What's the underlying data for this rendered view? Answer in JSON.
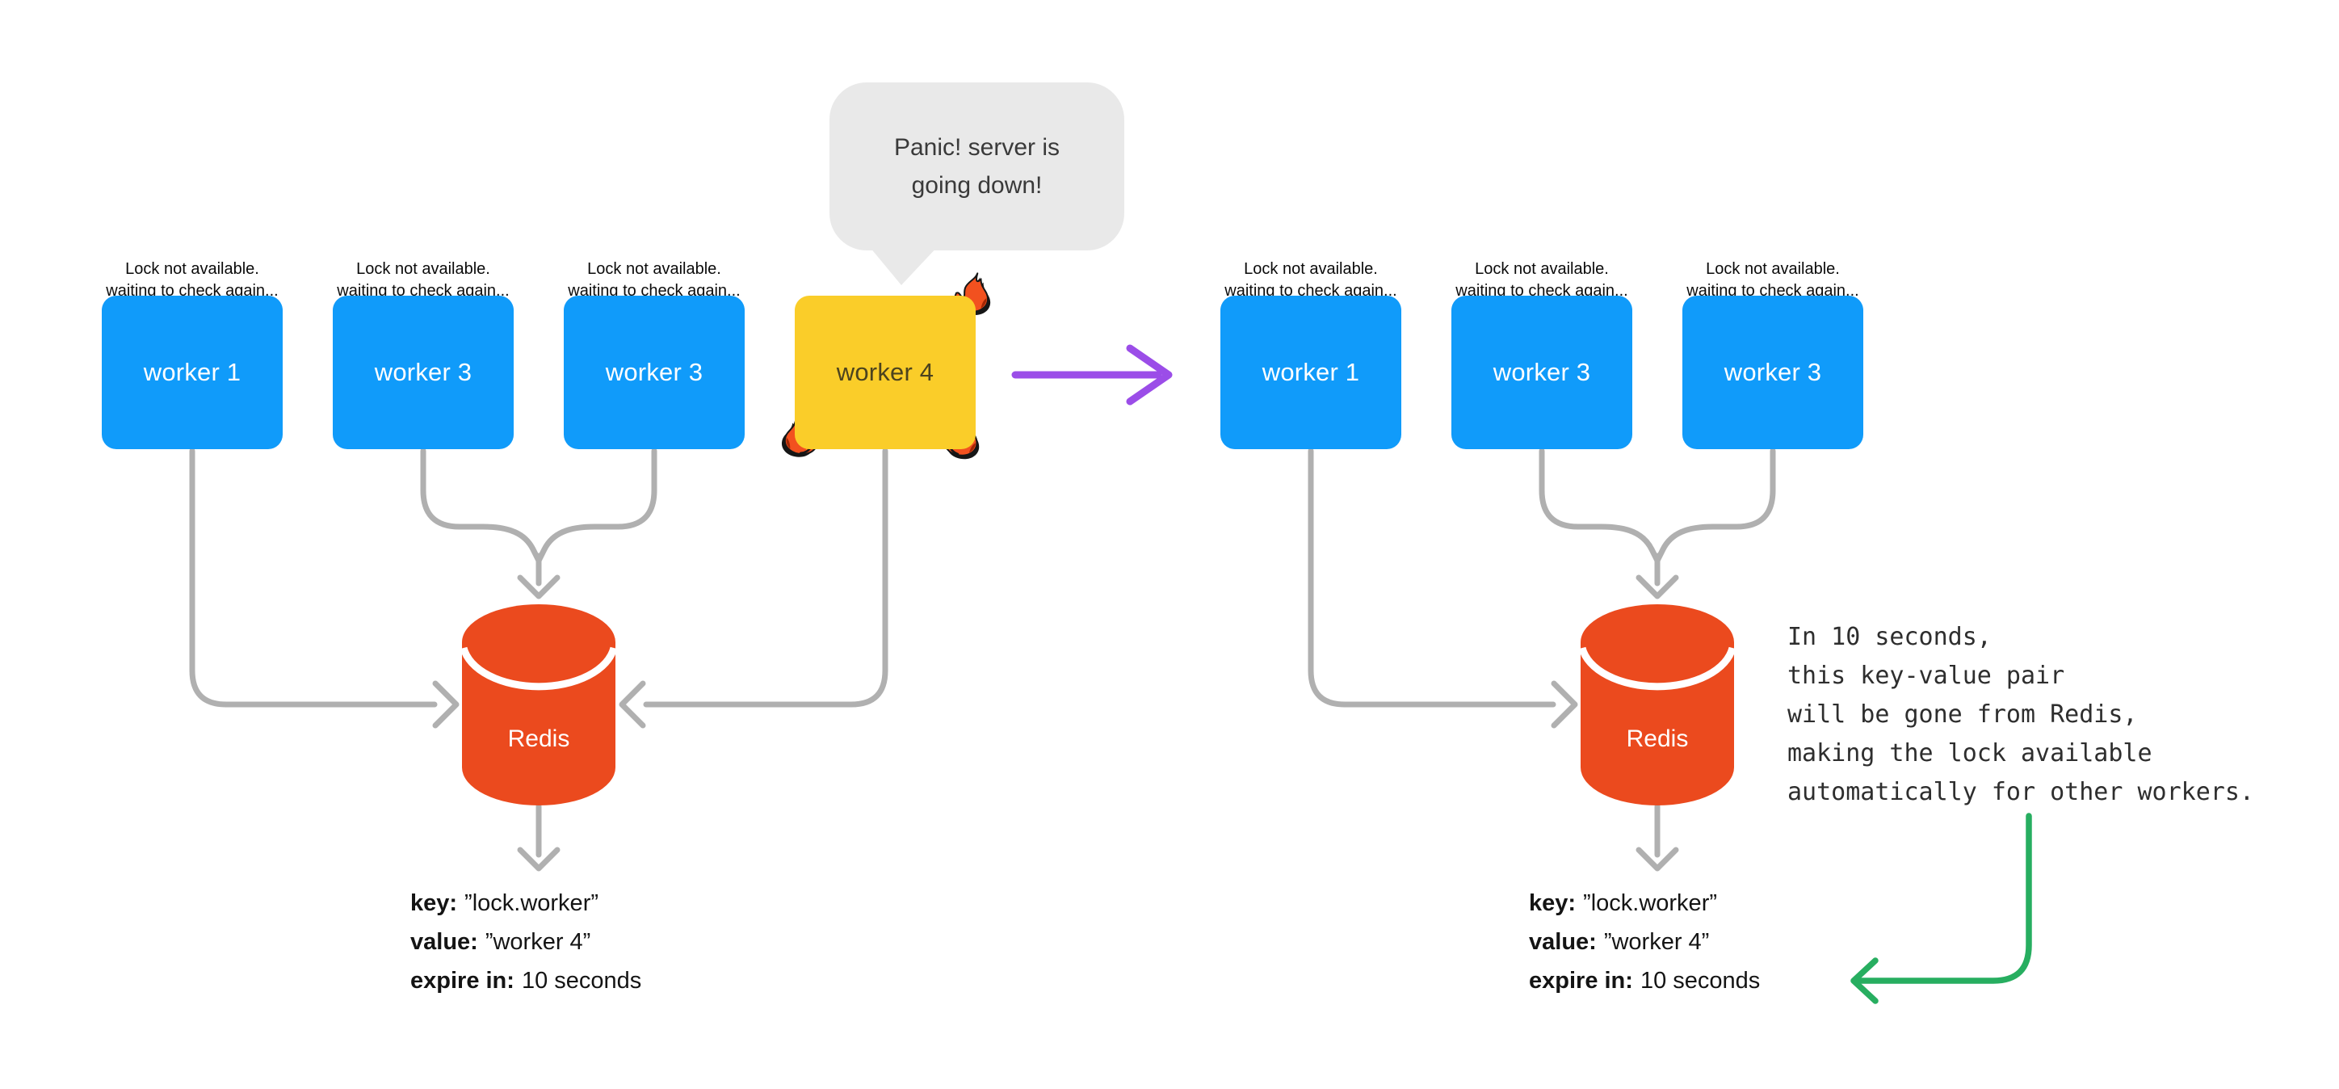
{
  "bubble": {
    "line1": "Panic! server is",
    "line2": "going down!"
  },
  "status_label": {
    "line1": "Lock not available.",
    "line2": "waiting to check again..."
  },
  "left": {
    "workers": [
      {
        "label": "worker 1"
      },
      {
        "label": "worker 3"
      },
      {
        "label": "worker 3"
      },
      {
        "label": "worker 4"
      }
    ],
    "redis_label": "Redis",
    "kv": {
      "key_label": "key:",
      "key_value": "”lock.worker”",
      "value_label": "value:",
      "value_value": "”worker 4”",
      "expire_label": "expire in:",
      "expire_value": "10 seconds"
    }
  },
  "right": {
    "workers": [
      {
        "label": "worker 1"
      },
      {
        "label": "worker 3"
      },
      {
        "label": "worker 3"
      }
    ],
    "redis_label": "Redis",
    "kv": {
      "key_label": "key:",
      "key_value": "”lock.worker”",
      "value_label": "value:",
      "value_value": "”worker 4”",
      "expire_label": "expire in:",
      "expire_value": "10 seconds"
    },
    "note_lines": [
      "In 10 seconds,",
      "this key-value pair",
      "will be gone from Redis,",
      "making the lock available",
      "automatically for other workers."
    ]
  },
  "colors": {
    "worker_blue": "#109BFA",
    "worker_panic_yellow": "#FACD29",
    "redis_orange": "#EB4A1E",
    "connector_gray": "#B0B0B0",
    "transition_purple": "#9B4DE8",
    "expire_green": "#27AE60",
    "bubble_gray": "#E9E9E9",
    "fire_red": "#F2511F"
  }
}
